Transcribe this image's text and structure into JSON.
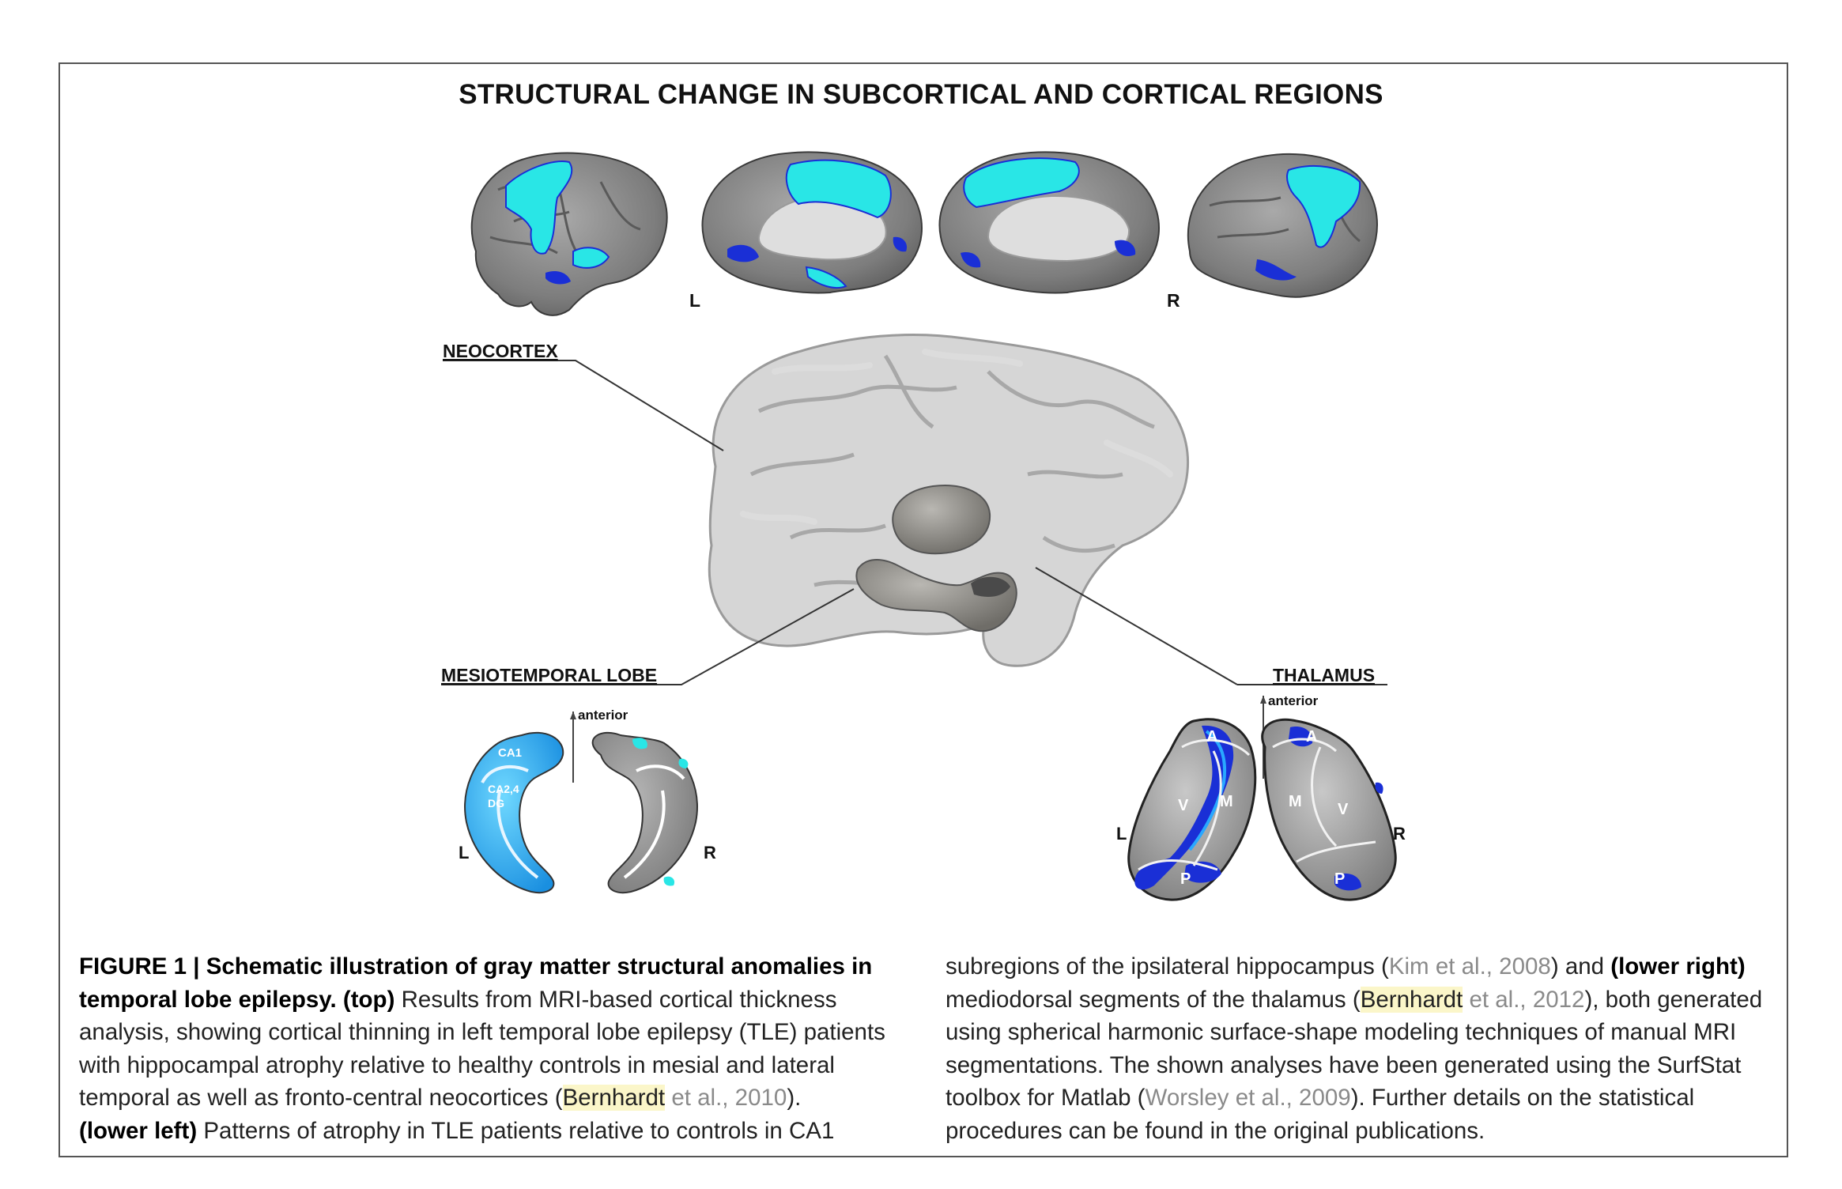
{
  "figure": {
    "title": "STRUCTURAL CHANGE IN SUBCORTICAL AND CORTICAL REGIONS",
    "labels": {
      "hemi_left": "L",
      "hemi_right": "R",
      "neocortex": "NEOCORTEX",
      "mesiotemporal": "MESIOTEMPORAL LOBE",
      "thalamus": "THALAMUS",
      "hippo_anterior": "anterior",
      "hippo_left": "L",
      "hippo_right": "R",
      "ca1": "CA1",
      "ca24": "CA2,4",
      "dg": "DG",
      "thal_anterior": "anterior",
      "thal_left": "L",
      "thal_right": "R",
      "thal_a_left": "A",
      "thal_m_left": "M",
      "thal_v_left": "V",
      "thal_p_left": "P",
      "thal_a_right": "A",
      "thal_m_right": "M",
      "thal_v_right": "V",
      "thal_p_right": "P"
    },
    "colors": {
      "cortex_gray": "#8c8c8c",
      "effect_cyan": "#29e6e6",
      "effect_blue": "#1a2fd6",
      "hippo_cyan": "#2ab4ee",
      "frame": "#555555"
    },
    "icons": [
      "brain-lateral-left-icon",
      "brain-medial-left-icon",
      "brain-medial-right-icon",
      "brain-lateral-right-icon",
      "glass-brain-icon",
      "hippocampus-icon",
      "thalamus-icon"
    ]
  },
  "caption": {
    "left": {
      "fig_label": "FIGURE 1 | Schematic illustration of gray matter structural anomalies in temporal lobe epilepsy.",
      "top_tag": "(top)",
      "text1": "Results from MRI-based cortical thickness analysis, showing cortical thinning in left temporal lobe epilepsy (TLE) patients with hippocampal atrophy relative to healthy controls in mesial and lateral temporal as well as fronto-central neocortices (",
      "ref1_name": "Bernhardt",
      "ref1_rest": " et al., 2010",
      "text2": ").",
      "lower_left_tag": "(lower left)",
      "text3": "Patterns of atrophy in TLE patients relative to controls in CA1"
    },
    "right": {
      "text1": "subregions of the ipsilateral hippocampus (",
      "ref1": "Kim et al., 2008",
      "text2": ") and ",
      "lower_right_tag": "(lower right)",
      "text3": " mediodorsal segments of the thalamus (",
      "ref2_name": "Bernhardt",
      "ref2_rest": " et al., 2012",
      "text4": "), both generated using spherical harmonic surface-shape modeling techniques of manual MRI segmentations. The shown analyses have been generated using the SurfStat toolbox for Matlab (",
      "ref3": "Worsley et al., 2009",
      "text5": "). Further details on the statistical procedures can be found in the original publications."
    }
  }
}
